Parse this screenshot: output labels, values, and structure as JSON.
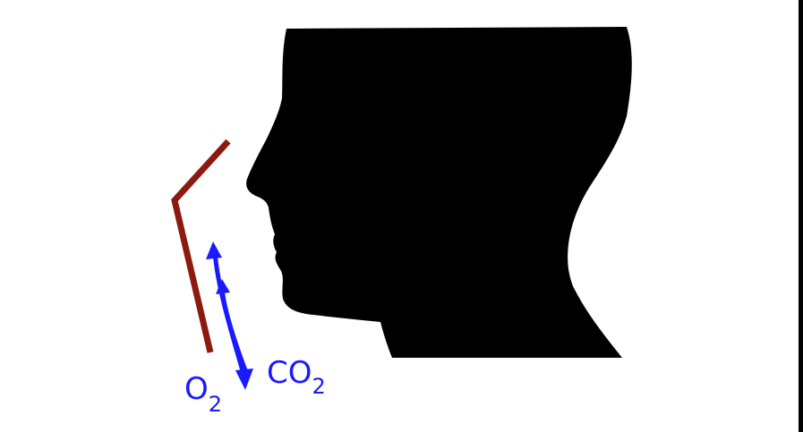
{
  "labels": {
    "oxygen": {
      "base": "O",
      "sub": "2"
    },
    "carbon_dioxide": {
      "base": "CO",
      "sub": "2"
    }
  },
  "colors": {
    "head": "#000000",
    "mask_line": "#8b1a10",
    "arrows": "#1a1aff",
    "border": "#000000",
    "background": "#ffffff"
  },
  "icons": {
    "head": "head-profile-silhouette-icon",
    "mask": "face-mask-icon",
    "gas_exchange": "double-arrow-icon"
  }
}
